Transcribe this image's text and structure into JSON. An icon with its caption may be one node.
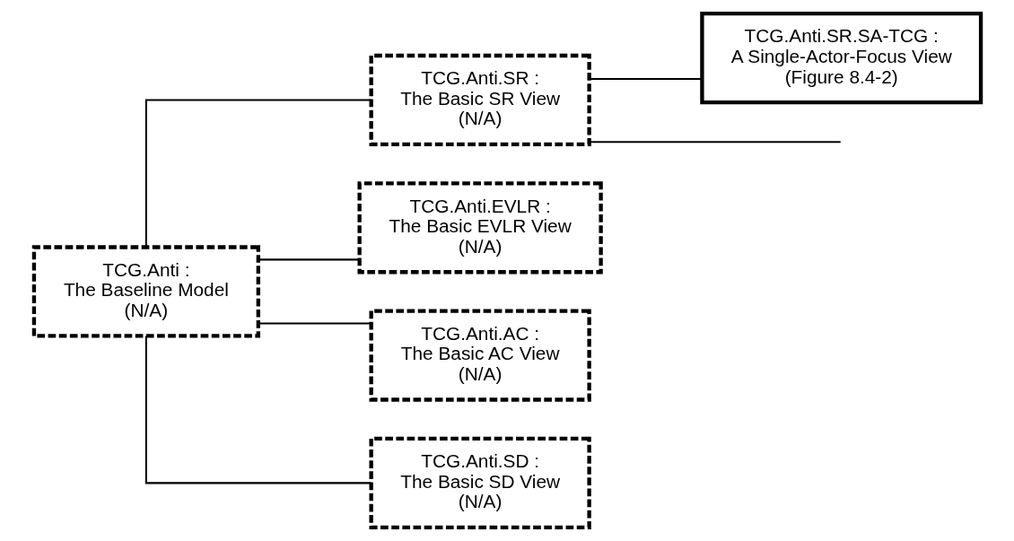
{
  "diagram": {
    "nodes": [
      {
        "text": [
          "TCG.Anti :",
          "The Baseline Model",
          "(N/A)"
        ]
      },
      {
        "text": [
          "TCG.Anti.SR :",
          "The Basic SR View",
          "(N/A)"
        ]
      },
      {
        "text": [
          "TCG.Anti.SR.SA-TCG :",
          "A Single-Actor-Focus View",
          "(Figure 8.4-2)"
        ]
      },
      {
        "text": [
          "TCG.Anti.EVLR :",
          "The Basic EVLR View",
          "(N/A)"
        ]
      },
      {
        "text": [
          "TCG.Anti.AC :",
          "The Basic AC View",
          "(N/A)"
        ]
      },
      {
        "text": [
          "TCG.Anti.SD :",
          "The Basic SD View",
          "(N/A)"
        ]
      }
    ],
    "edges": [
      {
        "from": 0,
        "to": 1,
        "arrow": "none"
      },
      {
        "from": 0,
        "to": 3,
        "arrow": "none"
      },
      {
        "from": 0,
        "to": 4,
        "arrow": "none"
      },
      {
        "from": 0,
        "to": 5,
        "arrow": "none"
      },
      {
        "from": 1,
        "to": 2,
        "arrow": "none"
      },
      {
        "from": 1,
        "to": null,
        "arrow": "none"
      }
    ]
  }
}
